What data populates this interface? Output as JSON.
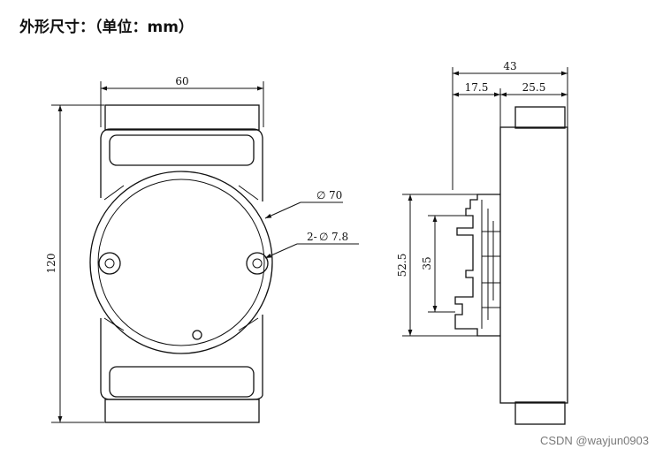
{
  "title": "外形尺寸：（单位：mm）",
  "watermark": "CSDN @wayjun0903",
  "front_view": {
    "width_label": "60",
    "height_label": "120",
    "circle_label": "70",
    "hole_label_prefix": "2-",
    "hole_label_value": "7.8"
  },
  "side_view": {
    "depth_label": "43",
    "left_depth_label": "17.5",
    "right_depth_label": "25.5",
    "rail_height_label": "52.5",
    "rail_inner_label": "35"
  }
}
